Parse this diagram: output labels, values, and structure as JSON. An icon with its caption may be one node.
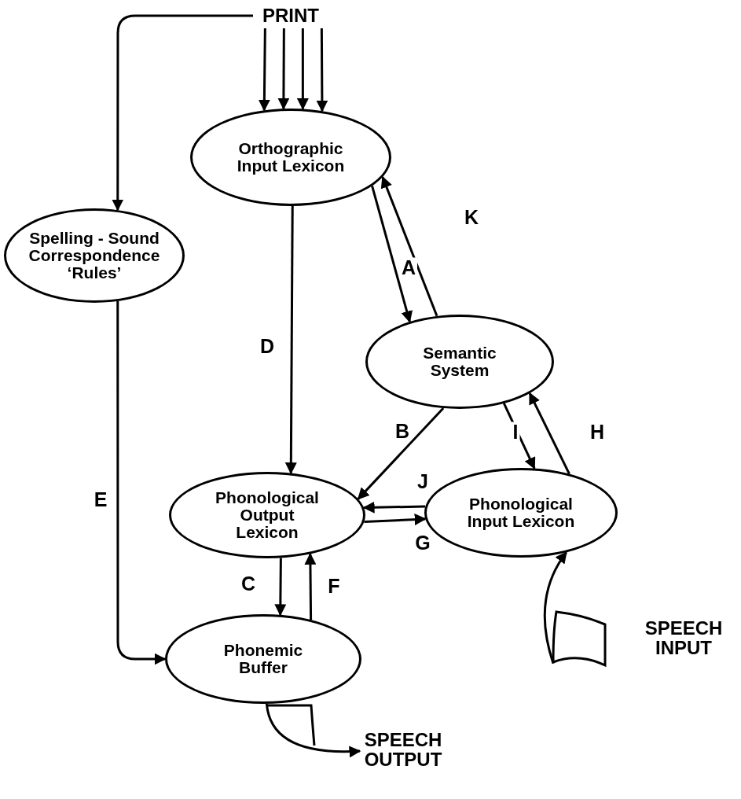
{
  "diagram": {
    "nodes": [
      {
        "text": [
          "PRINT"
        ]
      },
      {
        "text": [
          "Orthographic Input Lexicon"
        ]
      },
      {
        "text": [
          "Spelling - Sound Correspondence ‘Rules’"
        ]
      },
      {
        "text": [
          "Semantic System"
        ]
      },
      {
        "text": [
          "Phonological Output Lexicon"
        ]
      },
      {
        "text": [
          "Phonological Input Lexicon"
        ]
      },
      {
        "text": [
          "Phonemic Buffer"
        ]
      },
      {
        "text": [
          "SPEECH INPUT"
        ]
      },
      {
        "text": [
          "SPEECH OUTPUT"
        ]
      }
    ],
    "edges": [
      {
        "from": 0,
        "to": 1,
        "arrow": "to"
      },
      {
        "from": 0,
        "to": 1,
        "arrow": "to"
      },
      {
        "from": 0,
        "to": 1,
        "arrow": "to"
      },
      {
        "from": 0,
        "to": 1,
        "arrow": "to"
      },
      {
        "from": 0,
        "to": 2,
        "arrow": "to"
      },
      {
        "from": 1,
        "to": 3,
        "arrow": "to",
        "label": "A"
      },
      {
        "from": 3,
        "to": 1,
        "arrow": "to",
        "label": "K"
      },
      {
        "from": 1,
        "to": 4,
        "arrow": "to",
        "label": "D"
      },
      {
        "from": 2,
        "to": 6,
        "arrow": "to",
        "label": "E"
      },
      {
        "from": 3,
        "to": 4,
        "arrow": "to",
        "label": "B"
      },
      {
        "from": 3,
        "to": 5,
        "arrow": "to",
        "label": "I"
      },
      {
        "from": 5,
        "to": 3,
        "arrow": "to",
        "label": "H"
      },
      {
        "from": 5,
        "to": 4,
        "arrow": "to",
        "label": "J"
      },
      {
        "from": 4,
        "to": 5,
        "arrow": "to",
        "label": "G"
      },
      {
        "from": 4,
        "to": 6,
        "arrow": "to",
        "label": "C"
      },
      {
        "from": 6,
        "to": 4,
        "arrow": "to",
        "label": "F"
      },
      {
        "from": 7,
        "to": 5,
        "arrow": "to"
      },
      {
        "from": 6,
        "to": 8,
        "arrow": "to"
      }
    ]
  }
}
